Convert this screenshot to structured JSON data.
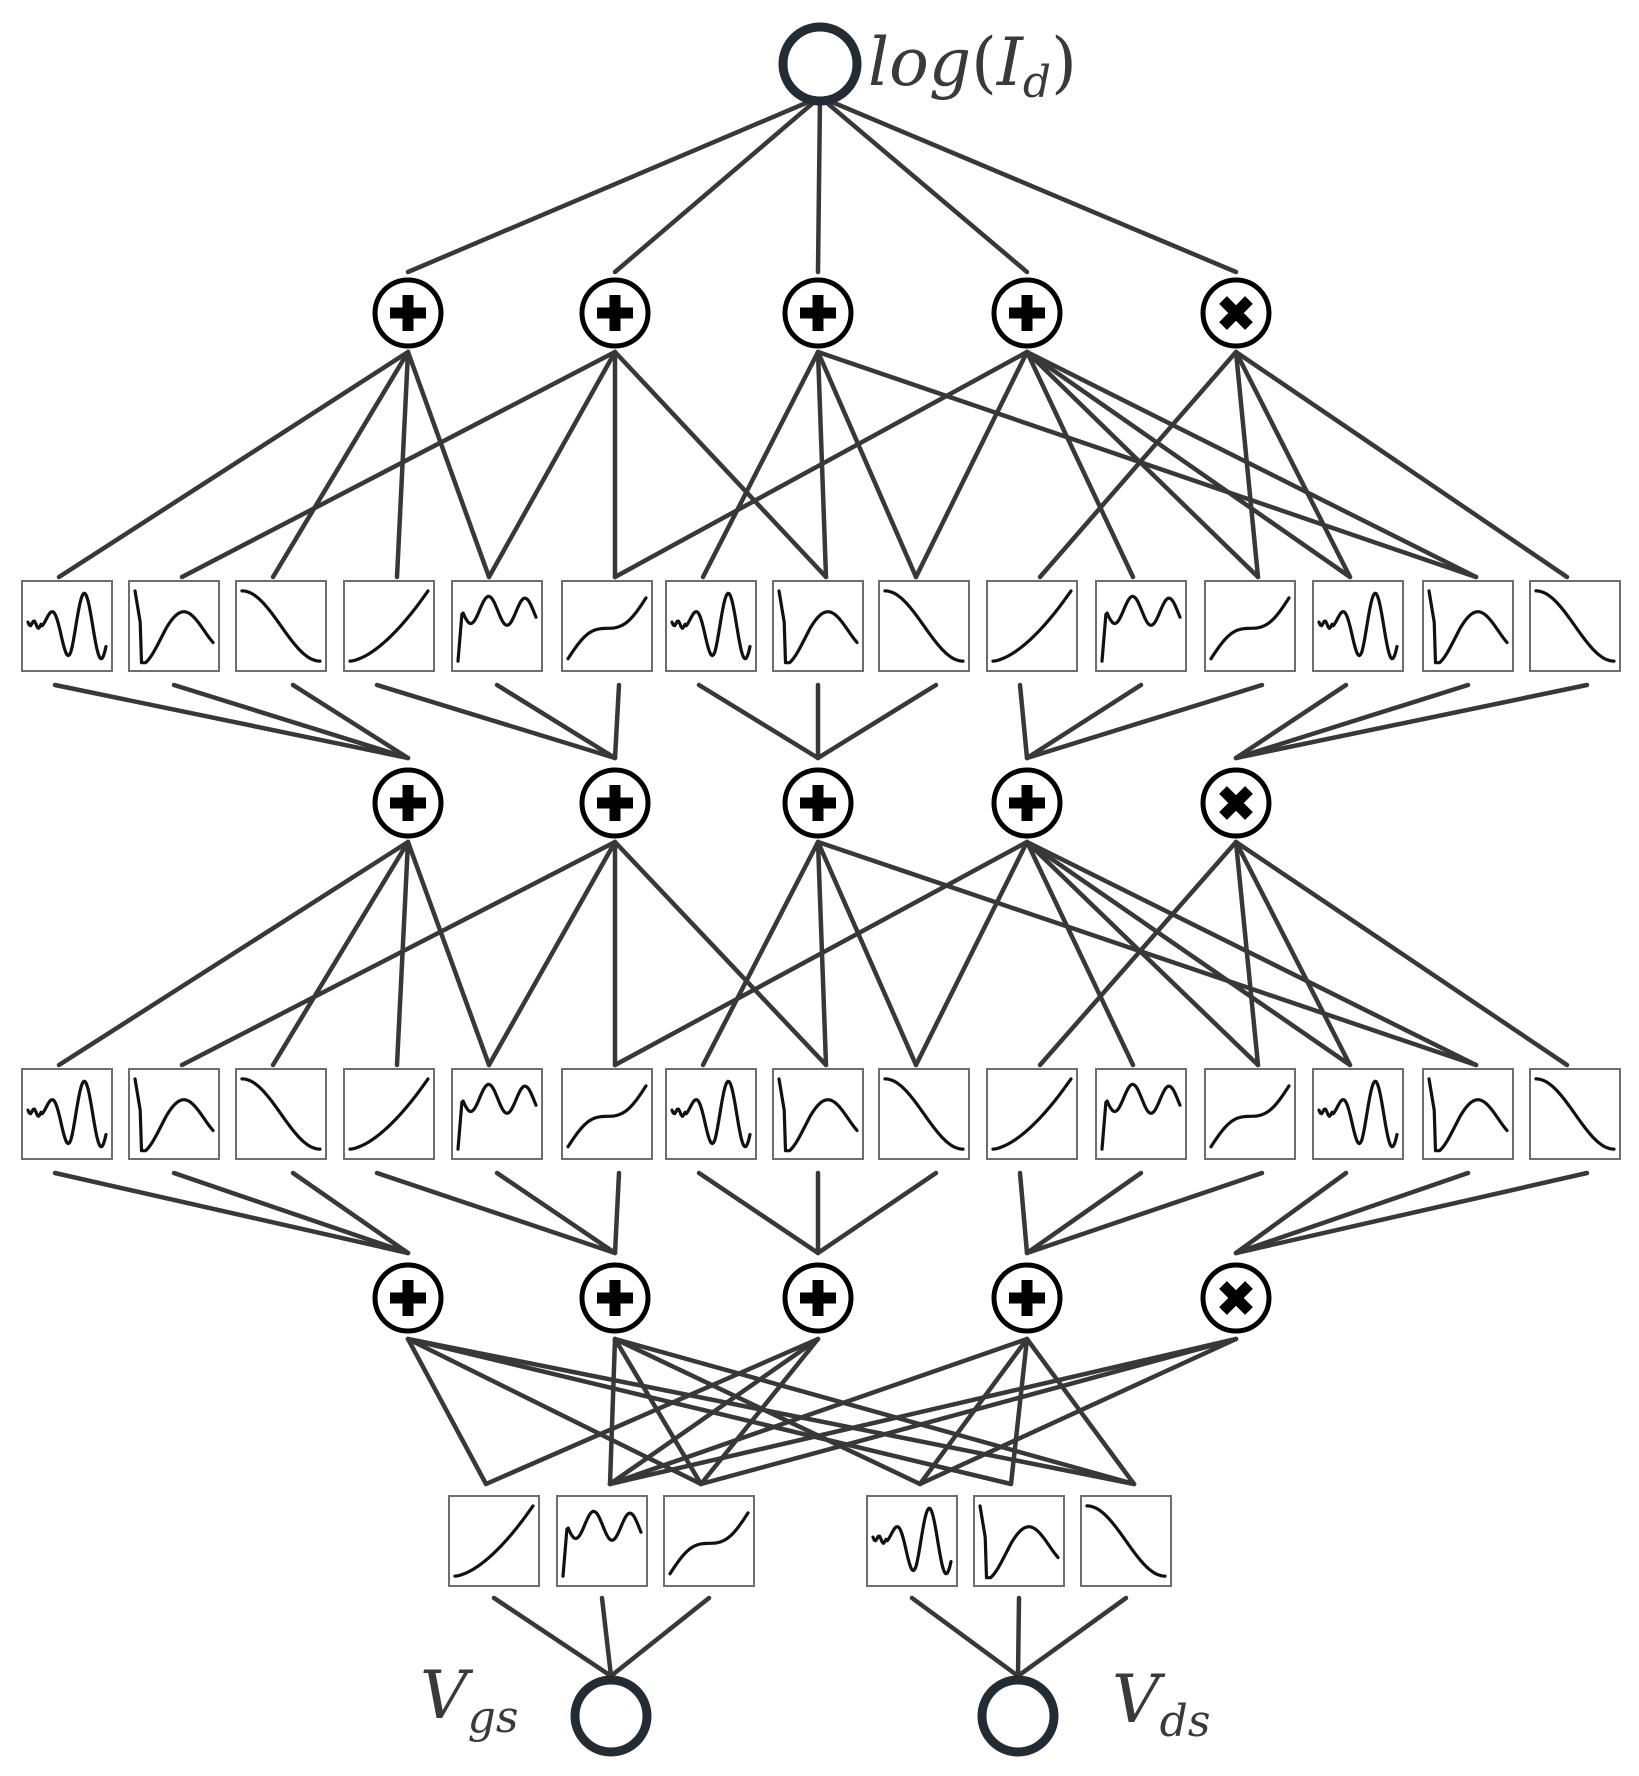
{
  "output_node": {
    "label_func": "log",
    "label_var": "I",
    "label_sub": "d"
  },
  "input_nodes": [
    {
      "label_var": "V",
      "label_sub": "gs"
    },
    {
      "label_var": "V",
      "label_sub": "ds"
    }
  ],
  "operator_layers": [
    [
      "add",
      "add",
      "add",
      "add",
      "multiply"
    ],
    [
      "add",
      "add",
      "add",
      "add",
      "multiply"
    ],
    [
      "add",
      "add",
      "add",
      "add",
      "multiply"
    ]
  ],
  "activation_layers": [
    [
      "wiggle",
      "valley",
      "descend",
      "convex",
      "double-hump",
      "s-curve",
      "wiggle",
      "valley",
      "descend",
      "convex",
      "double-hump",
      "s-curve",
      "wiggle",
      "valley",
      "descend"
    ],
    [
      "wiggle",
      "valley",
      "descend",
      "convex",
      "double-hump",
      "s-curve",
      "wiggle",
      "valley",
      "descend",
      "convex",
      "double-hump",
      "s-curve",
      "wiggle",
      "valley",
      "descend"
    ],
    [
      "convex",
      "double-hump",
      "s-curve",
      "wiggle",
      "valley",
      "descend"
    ]
  ],
  "icons": {
    "add": "circled-plus-icon",
    "multiply": "circled-times-icon",
    "node": "circle-node-icon"
  },
  "colors": {
    "lines": "#383838",
    "io_node": "#232b33",
    "operator": "#000000",
    "label": "#3a3a3a"
  }
}
